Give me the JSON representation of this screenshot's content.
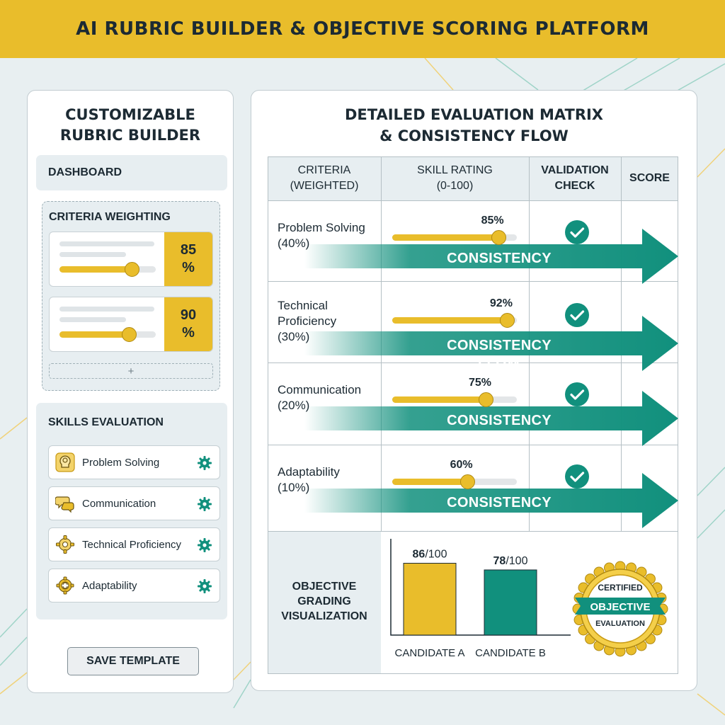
{
  "header": {
    "title": "AI RUBRIC BUILDER & OBJECTIVE SCORING PLATFORM"
  },
  "left_panel": {
    "title_line1": "CUSTOMIZABLE",
    "title_line2": "RUBRIC BUILDER",
    "dashboard_label": "DASHBOARD",
    "criteria_weighting": {
      "label": "CRITERIA WEIGHTING",
      "cards": [
        {
          "value": "85",
          "unit": "%",
          "level": 0.75
        },
        {
          "value": "90",
          "unit": "%",
          "level": 0.72
        }
      ],
      "add_label": "+"
    },
    "skills": {
      "label": "SKILLS EVALUATION",
      "items": [
        {
          "label": "Problem Solving",
          "icon": "lightbulb-head-icon"
        },
        {
          "label": "Communication",
          "icon": "speech-bubbles-icon"
        },
        {
          "label": "Technical Proficiency",
          "icon": "gear-icon"
        },
        {
          "label": "Adaptability",
          "icon": "adaptability-gear-icon"
        }
      ]
    },
    "save_button": "SAVE TEMPLATE"
  },
  "right_panel": {
    "title_line1": "DETAILED EVALUATION MATRIX",
    "title_line2": "& CONSISTENCY FLOW",
    "headers": {
      "criteria_l1": "CRITERIA",
      "criteria_l2": "(WEIGHTED)",
      "rating_l1": "SKILL RATING",
      "rating_l2": "(0-100)",
      "validation_l1": "VALIDATION",
      "validation_l2": "CHECK",
      "score": "SCORE"
    },
    "rows": [
      {
        "name_l1": "Problem Solving",
        "name_l2": "",
        "weight": "(40%)",
        "rating_label": "85%",
        "rating": 85
      },
      {
        "name_l1": "Technical",
        "name_l2": "Proficiency",
        "weight": "(30%)",
        "rating_label": "92%",
        "rating": 92
      },
      {
        "name_l1": "Communication",
        "name_l2": "",
        "weight": "(20%)",
        "rating_label": "75%",
        "rating": 75
      },
      {
        "name_l1": "Adaptability",
        "name_l2": "",
        "weight": "(10%)",
        "rating_label": "60%",
        "rating": 60
      }
    ],
    "flow_label": "CONSISTENCY FLOW",
    "viz_label_l1": "OBJECTIVE",
    "viz_label_l2": "GRADING",
    "viz_label_l3": "VISUALIZATION",
    "badge": {
      "line1": "CERTIFIED",
      "line2": "OBJECTIVE",
      "line3": "EVALUATION"
    }
  },
  "chart_data": {
    "type": "bar",
    "categories": [
      "CANDIDATE A",
      "CANDIDATE B"
    ],
    "values": [
      86,
      78
    ],
    "value_labels": [
      {
        "score": "86",
        "suffix": "/100"
      },
      {
        "score": "78",
        "suffix": "/100"
      }
    ],
    "colors": [
      "#e9bd2b",
      "#11907d"
    ],
    "title": "",
    "xlabel": "",
    "ylabel": "",
    "ylim": [
      0,
      100
    ]
  },
  "colors": {
    "accent_yellow": "#e9bd2b",
    "accent_teal": "#11907d",
    "text_dark": "#1c2a33",
    "panel_bg": "#e7eef1"
  }
}
